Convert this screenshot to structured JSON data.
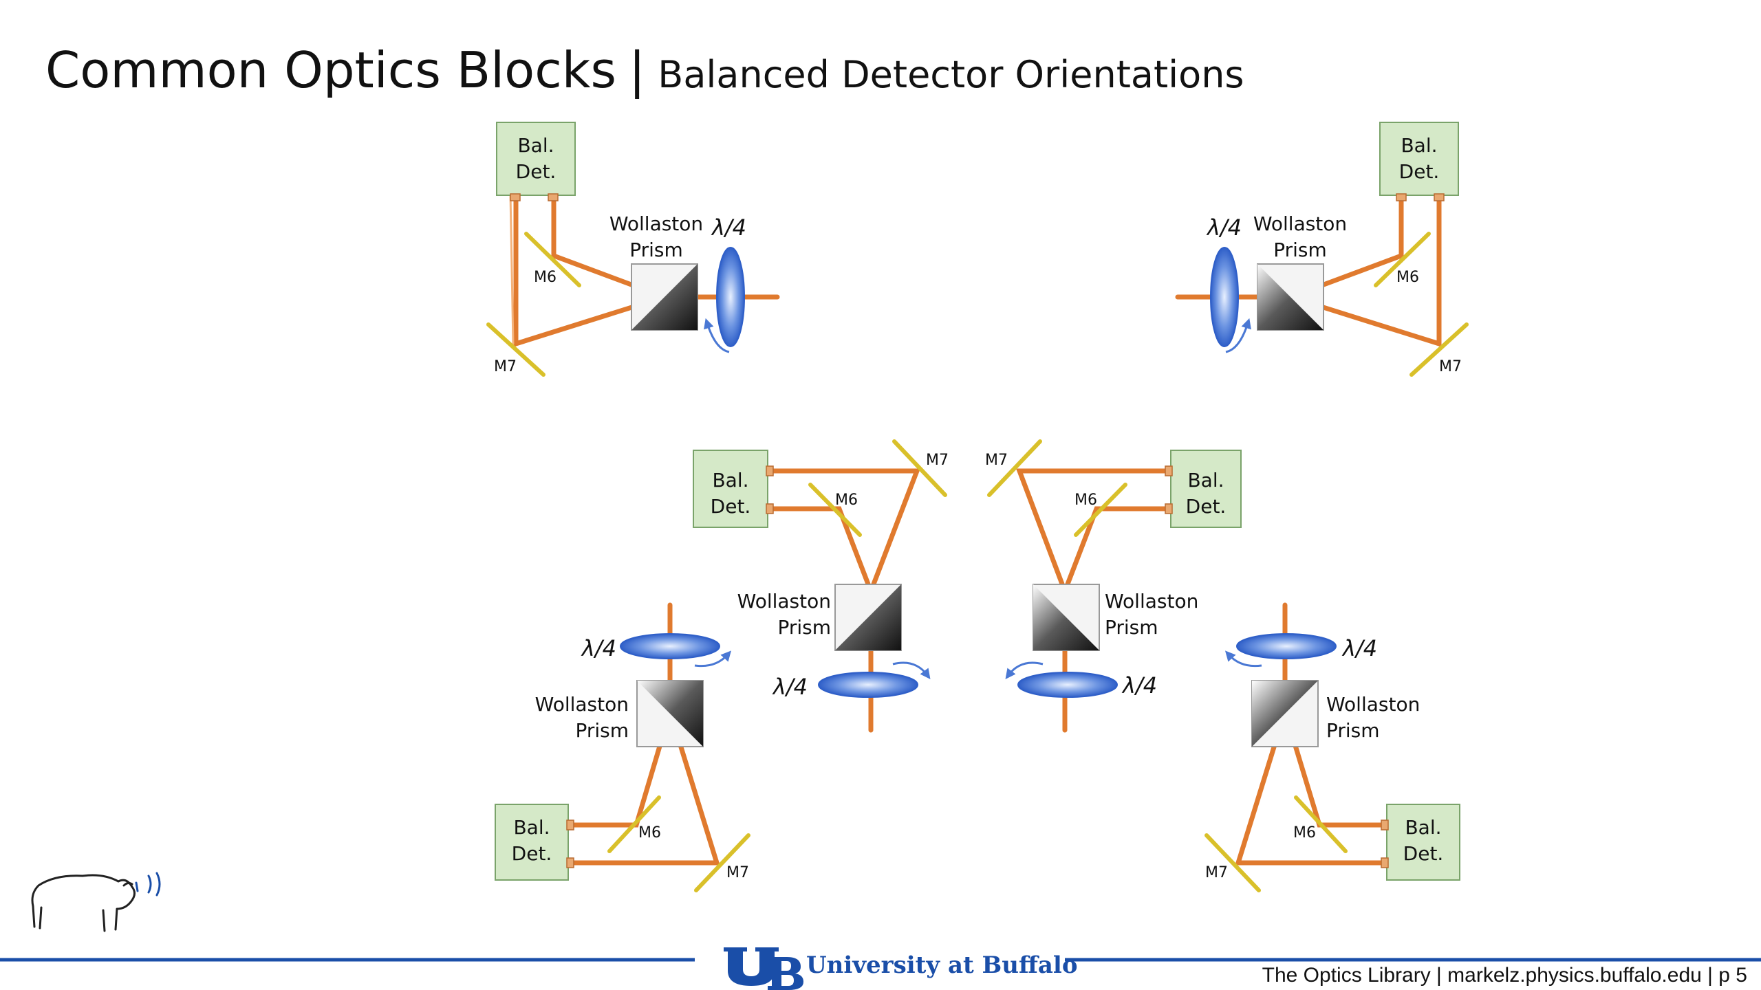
{
  "slide": {
    "title_main": "Common Optics Blocks",
    "title_sep": "|",
    "title_sub": "Balanced Detector Orientations"
  },
  "labels": {
    "detector_line1": "Bal.",
    "detector_line2": "Det.",
    "prism_line1": "Wollaston",
    "prism_line2": "Prism",
    "mirror_m6": "M6",
    "mirror_m7": "M7",
    "waveplate": "λ/4"
  },
  "footer": {
    "university": "University at Buffalo",
    "credit": "The Optics Library | markelz.physics.buffalo.edu | p 5"
  },
  "colors": {
    "beam": "#e07a2e",
    "detector_fill": "#d5e9c8",
    "detector_stroke": "#7aa36a",
    "mirror": "#d9c02a",
    "waveplate": "#4a78d4",
    "brand_blue": "#1a4ea8"
  },
  "icons": {
    "mascot": "buffalo-icon",
    "logo": "ub-logo-icon"
  }
}
